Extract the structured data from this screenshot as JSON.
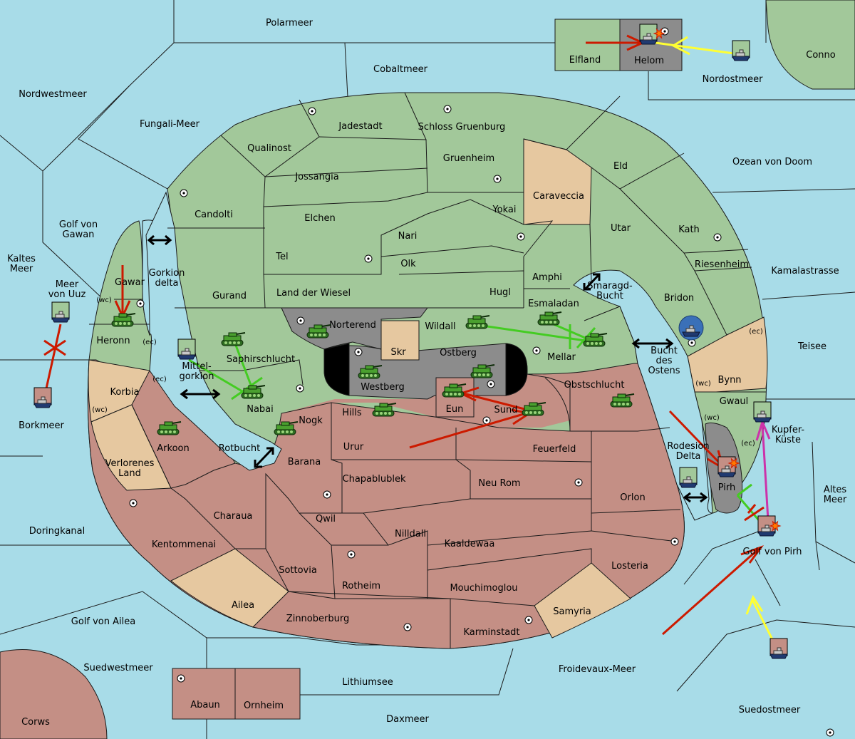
{
  "colors": {
    "sea": "#a8dce8",
    "land_green": "#a2c89a",
    "land_red": "#c48f85",
    "land_tan": "#e6c8a0",
    "land_gray": "#8c8c8c",
    "order_red": "#cc1a00",
    "order_yellow": "#ffff33",
    "order_green": "#44cc22",
    "order_magenta": "#cc33aa",
    "unit_green": "#3a8a2a",
    "unit_blue": "#3a70b8"
  },
  "seas": [
    "Polarmeer",
    "Cobaltmeer",
    "Nordwestmeer",
    "Fungali-Meer",
    "Nordostmeer",
    "Conno",
    "Ozean von Doom",
    "Kamalastrasse",
    "Teisee",
    "Altes Meer",
    "Kaltes Meer",
    "Meer von Uuz",
    "Golf von Gawan",
    "Borkmeer",
    "Doringkanal",
    "Golf von Ailea",
    "Suedwestmeer",
    "Lithiumsee",
    "Daxmeer",
    "Froidevaux-Meer",
    "Suedostmeer",
    "Golf von Pirh",
    "Corws",
    "Gorkion delta",
    "Mittel-gorkion",
    "Rotbucht",
    "Smaragd-Bucht",
    "Bucht des Ostens",
    "Rodesion Delta",
    "Kupfer-Küste"
  ],
  "provinces": {
    "green": [
      "Jadestadt",
      "Schloss Gruenburg",
      "Qualinost",
      "Gruenheim",
      "Eld",
      "Jossangia",
      "Candolti",
      "Elchen",
      "Yokai",
      "Utar",
      "Kath",
      "Nari",
      "Tel",
      "Olk",
      "Amphi",
      "Riesenheim",
      "Gurand",
      "Land der Wiesel",
      "Hugl",
      "Bridon",
      "Esmaladan",
      "Wildall",
      "Mellar",
      "Gawar",
      "Heronn",
      "Saphirschlucht",
      "Nabai",
      "Gwaul"
    ],
    "red": [
      "Hills",
      "Nogk",
      "Eun",
      "Sund",
      "Obstschlucht",
      "Arkoon",
      "Urur",
      "Feuerfeld",
      "Barana",
      "Chapablublek",
      "Neu Rom",
      "Orlon",
      "Charaua",
      "Qwil",
      "Nilldall",
      "Kaaldewaa",
      "Kentommenai",
      "Losteria",
      "Sottovia",
      "Rotheim",
      "Mouchimoglou",
      "Zinnoberburg",
      "Karminstadt",
      "Abaun",
      "Ornheim"
    ],
    "tan": [
      "Caraveccia",
      "Korbia",
      "Verlorenes Land",
      "Ailea",
      "Samyria",
      "Bynn"
    ],
    "gray": [
      "Norterend",
      "Skr",
      "Ostberg",
      "Westberg",
      "Helom",
      "Pirh"
    ],
    "other": [
      "Elfland"
    ]
  },
  "coast_tags": {
    "wc": "(wc)",
    "ec": "(ec)"
  },
  "units": [
    {
      "type": "tank-icon",
      "owner": "green",
      "at": "Heronn"
    },
    {
      "type": "tank-icon",
      "owner": "green",
      "at": "Saphirschlucht"
    },
    {
      "type": "tank-icon",
      "owner": "green",
      "at": "Nabai"
    },
    {
      "type": "tank-icon",
      "owner": "green",
      "at": "Norterend"
    },
    {
      "type": "tank-icon",
      "owner": "green",
      "at": "Westberg"
    },
    {
      "type": "tank-icon",
      "owner": "green",
      "at": "Wildall"
    },
    {
      "type": "tank-icon",
      "owner": "green",
      "at": "Esmaladan"
    },
    {
      "type": "tank-icon",
      "owner": "green",
      "at": "Mellar"
    },
    {
      "type": "tank-icon",
      "owner": "green",
      "at": "Arkoon"
    },
    {
      "type": "tank-icon",
      "owner": "green",
      "at": "Nogk"
    },
    {
      "type": "tank-icon",
      "owner": "green",
      "at": "Hills"
    },
    {
      "type": "tank-icon",
      "owner": "green",
      "at": "Eun"
    },
    {
      "type": "tank-icon",
      "owner": "green",
      "at": "Ostberg"
    },
    {
      "type": "tank-icon",
      "owner": "green",
      "at": "Sund"
    },
    {
      "type": "tank-icon",
      "owner": "green",
      "at": "Obstschlucht"
    },
    {
      "type": "ship-icon",
      "owner": "blue",
      "at": "Bridon"
    },
    {
      "type": "ship-icon",
      "owner": "green",
      "at": "Meer von Uuz"
    },
    {
      "type": "ship-icon",
      "owner": "green",
      "at": "Mittel-gorkion"
    },
    {
      "type": "ship-icon",
      "owner": "green",
      "at": "Nordostmeer"
    },
    {
      "type": "ship-icon",
      "owner": "green",
      "at": "Helom"
    },
    {
      "type": "ship-icon",
      "owner": "red",
      "at": "Borkmeer"
    },
    {
      "type": "ship-icon",
      "owner": "red",
      "at": "Pirh"
    },
    {
      "type": "ship-icon",
      "owner": "red",
      "at": "Golf von Pirh"
    },
    {
      "type": "ship-icon",
      "owner": "red",
      "at": "Suedostmeer"
    },
    {
      "type": "ship-icon",
      "owner": "green",
      "at": "Rodesion Delta"
    },
    {
      "type": "ship-icon",
      "owner": "green",
      "at": "Kupfer-Küste"
    }
  ]
}
